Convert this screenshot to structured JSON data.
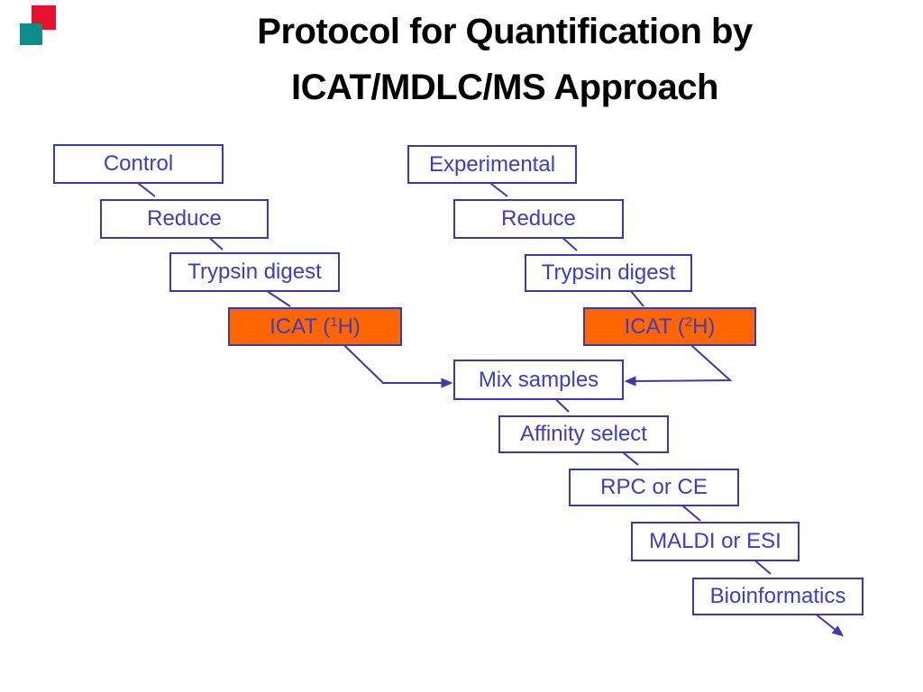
{
  "slide": {
    "title_line1": "Protocol for Quantification by",
    "title_line2": "ICAT/MDLC/MS Approach"
  },
  "colors": {
    "accent_blue": "#3a3aac",
    "box_text_blue": "#3d3dbd",
    "highlight_orange": "#ff6600",
    "title_black": "#000000",
    "logo_red": "#e8112d",
    "logo_teal": "#0e8c8c",
    "background": "#ffffff"
  },
  "boxes": {
    "control": {
      "label": "Control"
    },
    "reduce_left": {
      "label": "Reduce"
    },
    "trypsin_left": {
      "label": "Trypsin digest"
    },
    "icat_light": {
      "pre": "ICAT (",
      "sup": "1",
      "post": "H)"
    },
    "experimental": {
      "label": "Experimental"
    },
    "reduce_right": {
      "label": "Reduce"
    },
    "trypsin_right": {
      "label": "Trypsin digest"
    },
    "icat_heavy": {
      "pre": "ICAT (",
      "sup": "2",
      "post": "H)"
    },
    "mix": {
      "label": "Mix samples"
    },
    "affinity": {
      "label": "Affinity select"
    },
    "rpc": {
      "label": "RPC or CE"
    },
    "maldi": {
      "label": "MALDI or ESI"
    },
    "bioinformatics": {
      "label": "Bioinformatics"
    }
  }
}
